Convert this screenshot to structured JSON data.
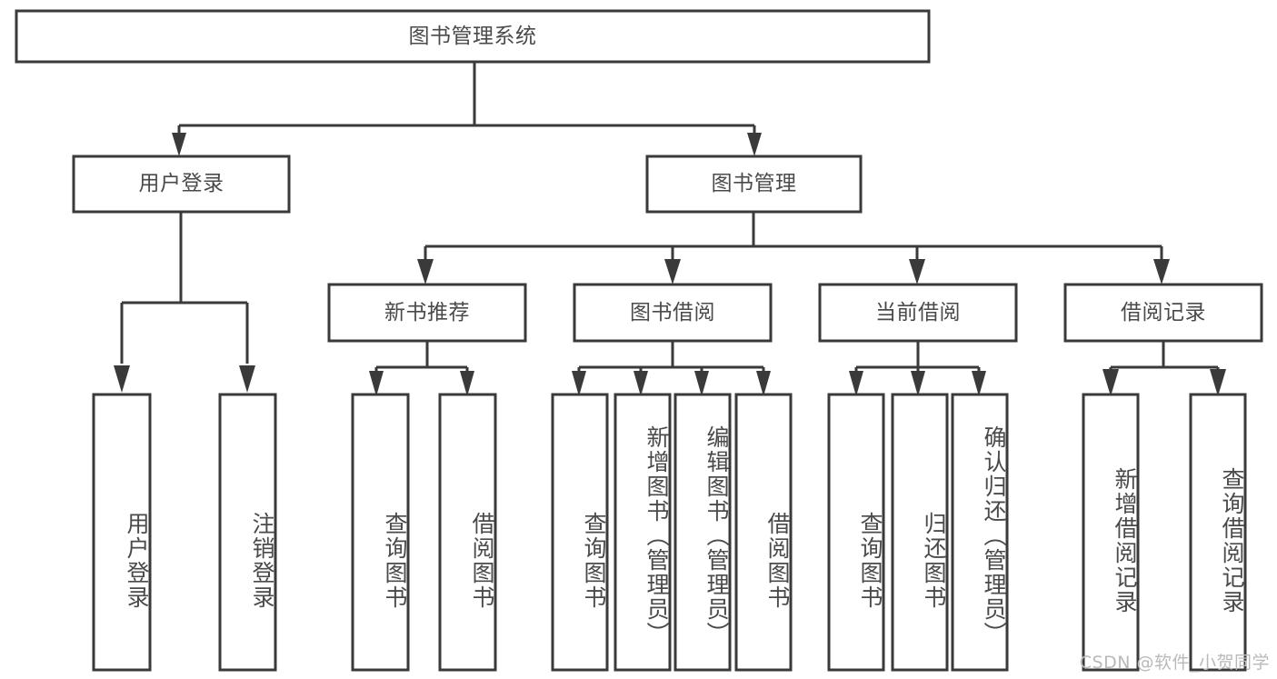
{
  "diagram": {
    "type": "tree-hierarchy",
    "title": "图书管理系统",
    "watermark": "CSDN @软件_小贺同学",
    "colors": {
      "stroke": "#3a3a3a",
      "box_fill": "#ffffff",
      "text": "#4a4a4a",
      "watermark": "#b9b9b9",
      "background": "#ffffff"
    },
    "levels": {
      "root": {
        "label": "图书管理系统",
        "orientation": "horizontal"
      },
      "level2": [
        {
          "label": "用户登录",
          "orientation": "horizontal"
        },
        {
          "label": "图书管理",
          "orientation": "horizontal"
        }
      ],
      "level3": [
        {
          "label": "新书推荐",
          "orientation": "horizontal",
          "parent": "图书管理"
        },
        {
          "label": "图书借阅",
          "orientation": "horizontal",
          "parent": "图书管理"
        },
        {
          "label": "当前借阅",
          "orientation": "horizontal",
          "parent": "图书管理"
        },
        {
          "label": "借阅记录",
          "orientation": "horizontal",
          "parent": "图书管理"
        }
      ],
      "leaves": [
        {
          "label": "用户登录",
          "orientation": "vertical",
          "parent": "用户登录"
        },
        {
          "label": "注销登录",
          "orientation": "vertical",
          "parent": "用户登录"
        },
        {
          "label": "查询图书",
          "orientation": "vertical",
          "parent": "新书推荐"
        },
        {
          "label": "借阅图书",
          "orientation": "vertical",
          "parent": "新书推荐"
        },
        {
          "label": "查询图书",
          "orientation": "vertical",
          "parent": "图书借阅"
        },
        {
          "label": "新增图书（管理员）",
          "orientation": "vertical",
          "parent": "图书借阅"
        },
        {
          "label": "编辑图书（管理员）",
          "orientation": "vertical",
          "parent": "图书借阅"
        },
        {
          "label": "借阅图书",
          "orientation": "vertical",
          "parent": "图书借阅"
        },
        {
          "label": "查询图书",
          "orientation": "vertical",
          "parent": "当前借阅"
        },
        {
          "label": "归还图书",
          "orientation": "vertical",
          "parent": "当前借阅"
        },
        {
          "label": "确认归还（管理员）",
          "orientation": "vertical",
          "parent": "当前借阅"
        },
        {
          "label": "新增借阅记录",
          "orientation": "vertical",
          "parent": "借阅记录"
        },
        {
          "label": "查询借阅记录",
          "orientation": "vertical",
          "parent": "借阅记录"
        }
      ]
    }
  }
}
